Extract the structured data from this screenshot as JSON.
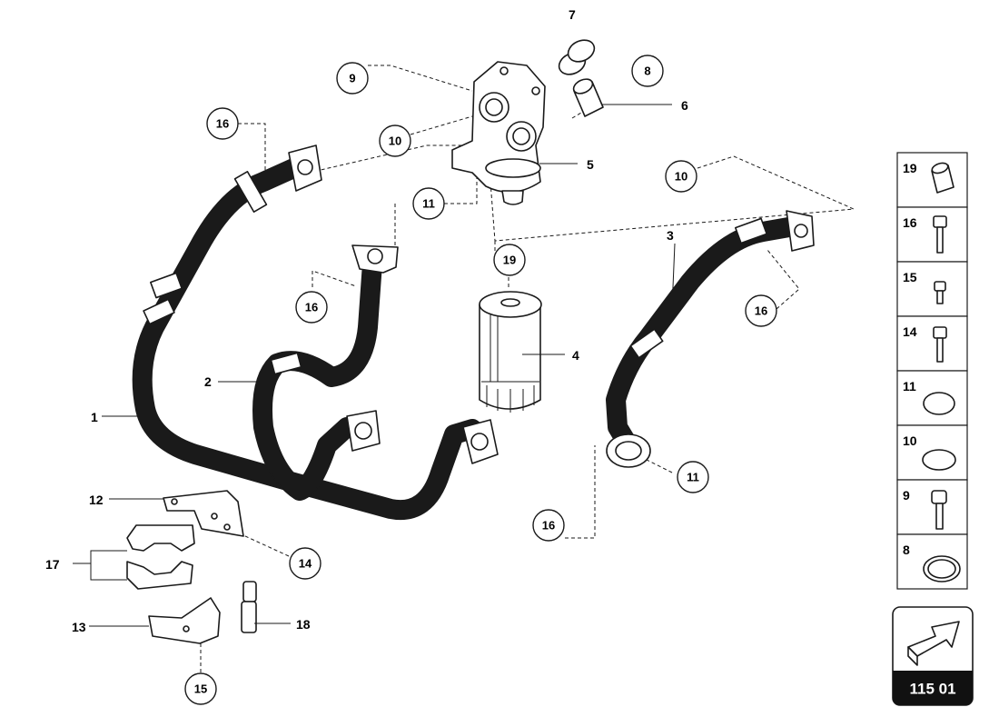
{
  "callouts": {
    "c16a": "16",
    "c9": "9",
    "c7": "7",
    "c8": "8",
    "c10a": "10",
    "c11a": "11",
    "c10b": "10",
    "c19": "19",
    "c16b": "16",
    "c16c": "16",
    "c11b": "11",
    "c16d": "16",
    "c14": "14",
    "c15": "15"
  },
  "labels": {
    "l6": "6",
    "l5": "5",
    "l4": "4",
    "l3": "3",
    "l2": "2",
    "l1": "1",
    "l12": "12",
    "l17": "17",
    "l13": "13",
    "l18": "18"
  },
  "legend": {
    "items": [
      {
        "number": "19",
        "icon": "sleeve-icon"
      },
      {
        "number": "16",
        "icon": "bolt-icon"
      },
      {
        "number": "15",
        "icon": "screw-icon"
      },
      {
        "number": "14",
        "icon": "bolt-icon"
      },
      {
        "number": "11",
        "icon": "o-ring-icon"
      },
      {
        "number": "10",
        "icon": "o-ring-icon"
      },
      {
        "number": "9",
        "icon": "stud-bolt-icon"
      },
      {
        "number": "8",
        "icon": "seal-ring-icon"
      }
    ]
  },
  "page_ref": {
    "code": "115 01",
    "icon": "arrow-icon"
  },
  "colors": {
    "line": "#1a1a1a",
    "badge": "#111111",
    "background": "#ffffff"
  }
}
